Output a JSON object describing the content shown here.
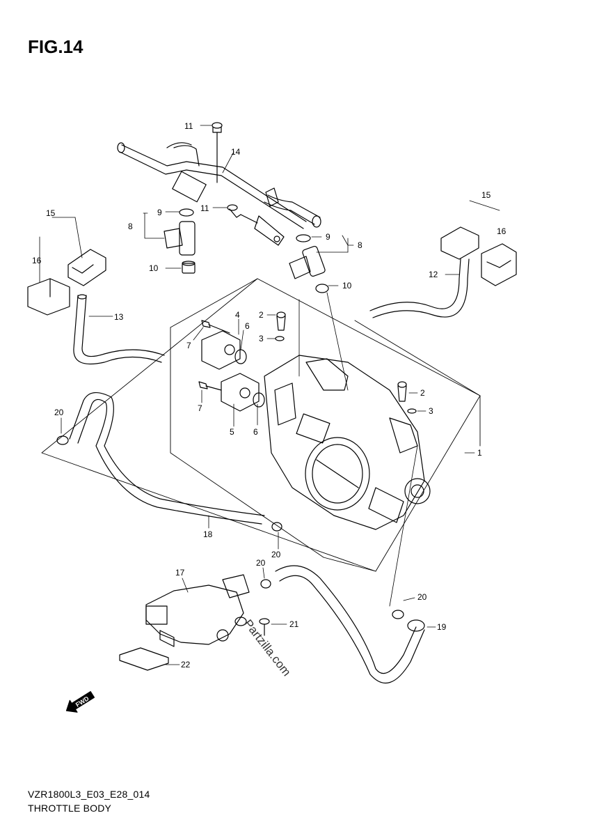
{
  "figure": {
    "title": "FIG.14",
    "model_code": "VZR1800L3_E03_E28_014",
    "section_name": "THROTTLE BODY",
    "watermark": "Partzilla.com",
    "forward_badge": "FWD"
  },
  "callouts": [
    {
      "id": "c11a",
      "label": "11"
    },
    {
      "id": "c14",
      "label": "14"
    },
    {
      "id": "c15a",
      "label": "15"
    },
    {
      "id": "c15b",
      "label": "15"
    },
    {
      "id": "c16a",
      "label": "16"
    },
    {
      "id": "c16b",
      "label": "16"
    },
    {
      "id": "c9a",
      "label": "9"
    },
    {
      "id": "c11b",
      "label": "11"
    },
    {
      "id": "c8a",
      "label": "8"
    },
    {
      "id": "c10a",
      "label": "10"
    },
    {
      "id": "c9b",
      "label": "9"
    },
    {
      "id": "c8b",
      "label": "8"
    },
    {
      "id": "c10b",
      "label": "10"
    },
    {
      "id": "c12",
      "label": "12"
    },
    {
      "id": "c13",
      "label": "13"
    },
    {
      "id": "c4",
      "label": "4"
    },
    {
      "id": "c2a",
      "label": "2"
    },
    {
      "id": "c6a",
      "label": "6"
    },
    {
      "id": "c3a",
      "label": "3"
    },
    {
      "id": "c7a",
      "label": "7"
    },
    {
      "id": "c7b",
      "label": "7"
    },
    {
      "id": "c5",
      "label": "5"
    },
    {
      "id": "c6b",
      "label": "6"
    },
    {
      "id": "c2b",
      "label": "2"
    },
    {
      "id": "c3b",
      "label": "3"
    },
    {
      "id": "c20a",
      "label": "20"
    },
    {
      "id": "c1",
      "label": "1"
    },
    {
      "id": "c18",
      "label": "18"
    },
    {
      "id": "c20b",
      "label": "20"
    },
    {
      "id": "c20c",
      "label": "20"
    },
    {
      "id": "c17",
      "label": "17"
    },
    {
      "id": "c20d",
      "label": "20"
    },
    {
      "id": "c19",
      "label": "19"
    },
    {
      "id": "c21",
      "label": "21"
    },
    {
      "id": "c22",
      "label": "22"
    }
  ]
}
